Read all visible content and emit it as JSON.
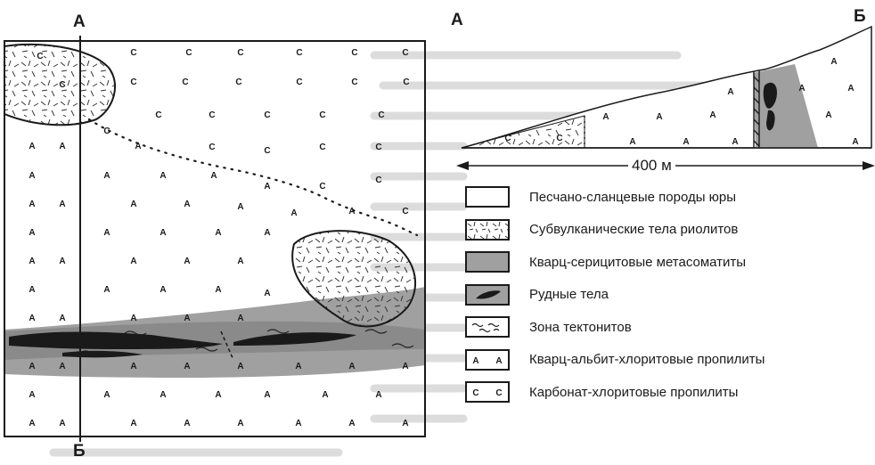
{
  "map": {
    "label_top": "А",
    "label_bottom": "Б",
    "sym_a": "А",
    "sym_c": "С"
  },
  "section": {
    "label_left": "А",
    "label_right": "Б",
    "distance": "400 м"
  },
  "legend": {
    "items": [
      {
        "label": "Песчано-сланцевые породы юры"
      },
      {
        "label": "Субвулканические тела риолитов"
      },
      {
        "label": "Кварц-серицитовые метасоматиты"
      },
      {
        "label": "Рудные тела"
      },
      {
        "label": "Зона тектонитов"
      },
      {
        "label": "Кварц-альбит-хлоритовые пропилиты"
      },
      {
        "label": "Карбонат-хлоритовые пропилиты"
      }
    ],
    "swatch_letters": {
      "a": "А",
      "c": "С"
    }
  },
  "colors": {
    "metasomatite": "#9a9a9a",
    "ore": "#1a1a1a",
    "line": "#1a1a1a",
    "background_text": "#d4d4d4"
  }
}
